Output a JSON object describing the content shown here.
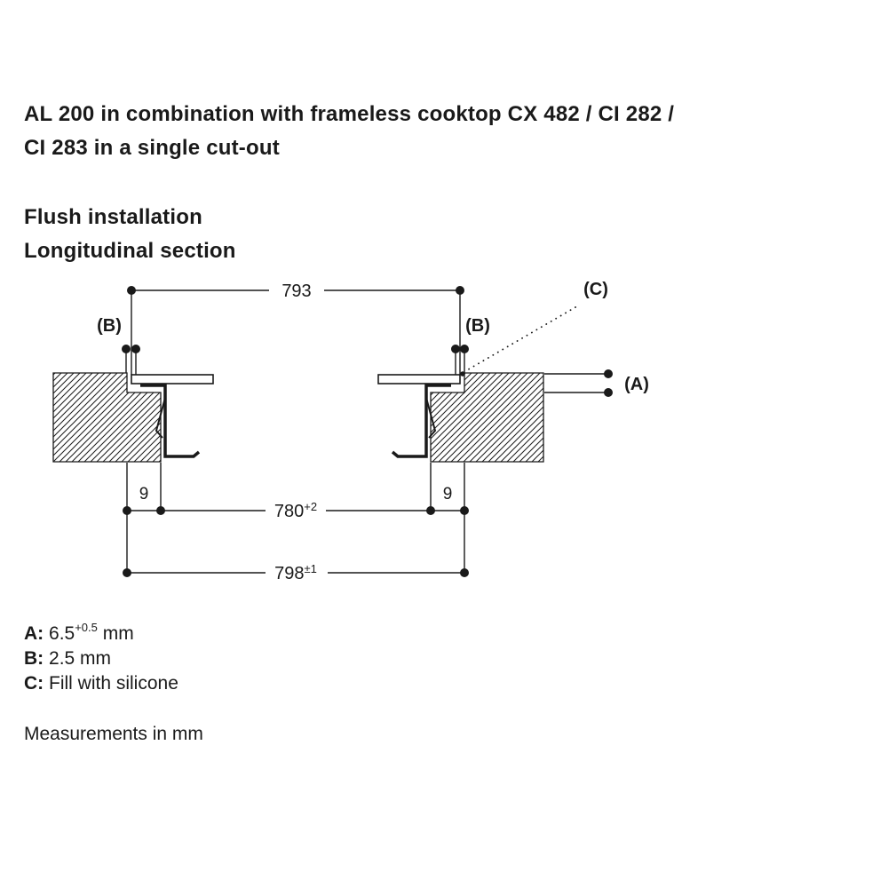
{
  "title": {
    "line1": "AL 200 in combination with frameless cooktop CX 482 / CI 282 /",
    "line2": "CI 283 in a single cut-out"
  },
  "subtitle": {
    "line1": "Flush installation",
    "line2": "Longitudinal section"
  },
  "diagram": {
    "dim_top_width": "793",
    "dim_cutout_width": "780",
    "dim_cutout_tolerance": "+2",
    "dim_glass_width": "798",
    "dim_glass_tolerance": "±1",
    "dim_overlap_left": "9",
    "dim_overlap_right": "9",
    "label_a": "(A)",
    "label_b_left": "(B)",
    "label_b_right": "(B)",
    "label_c": "(C)"
  },
  "legend": {
    "items": [
      {
        "key": "A:",
        "value": "6.5",
        "sup": "+0.5",
        "suffix": " mm"
      },
      {
        "key": "B:",
        "value": "2.5 mm",
        "sup": "",
        "suffix": ""
      },
      {
        "key": "C:",
        "value": "Fill with silicone",
        "sup": "",
        "suffix": ""
      }
    ]
  },
  "footer": "Measurements in mm",
  "colors": {
    "ink": "#1a1a1a",
    "background": "#ffffff"
  }
}
